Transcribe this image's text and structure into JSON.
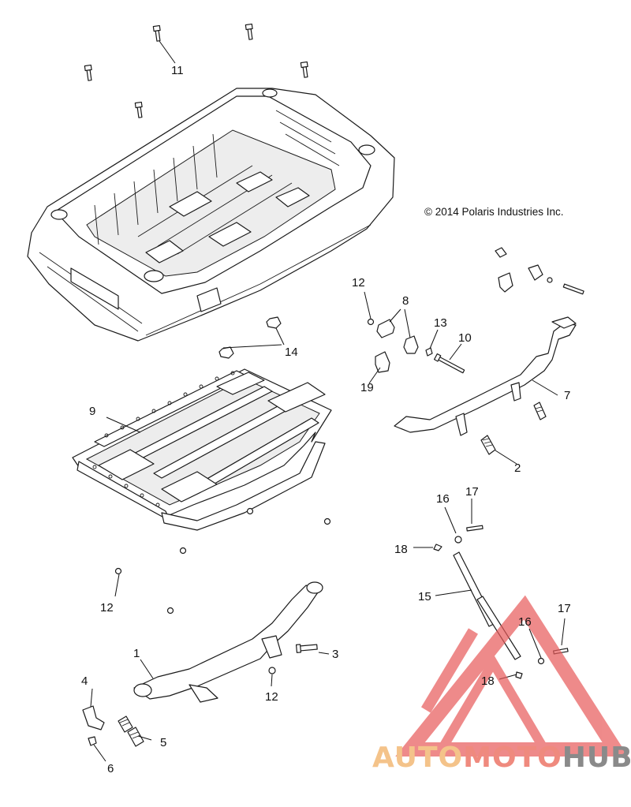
{
  "copyright": "© 2014 Polaris Industries Inc.",
  "watermark": {
    "part1": "AUTO",
    "part2": "MOTO",
    "part3": "HUB",
    "colors": {
      "auto": "#f4c38a",
      "moto": "#ef8a7e",
      "hub": "#8a8a8a",
      "triangle": "#e85a5a"
    }
  },
  "callouts": {
    "c1": "1",
    "c2": "2",
    "c3": "3",
    "c4": "4",
    "c5": "5",
    "c6": "6",
    "c7": "7",
    "c8": "8",
    "c9": "9",
    "c10": "10",
    "c11": "11",
    "c12a": "12",
    "c12b": "12",
    "c12c": "12",
    "c13": "13",
    "c14": "14",
    "c15": "15",
    "c16a": "16",
    "c16b": "16",
    "c17a": "17",
    "c17b": "17",
    "c18a": "18",
    "c18b": "18",
    "c19": "19"
  }
}
